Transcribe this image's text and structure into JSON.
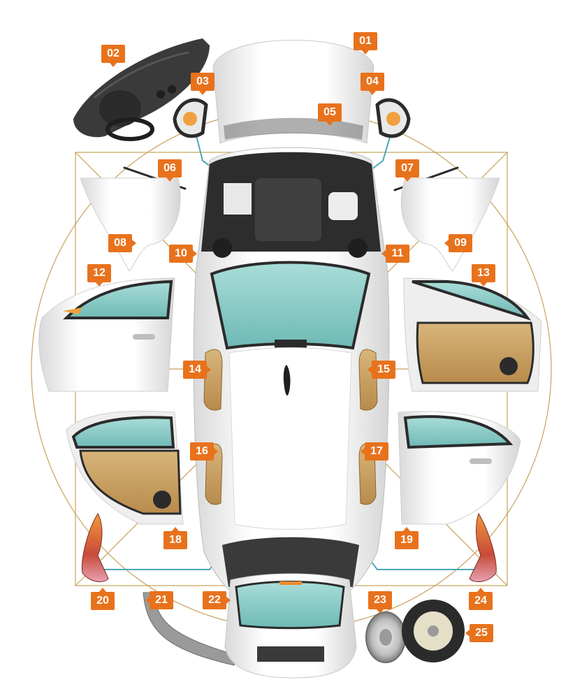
{
  "callouts": {
    "c01": "01",
    "c02": "02",
    "c03": "03",
    "c04": "04",
    "c05": "05",
    "c06": "06",
    "c07": "07",
    "c08": "08",
    "c09": "09",
    "c10": "10",
    "c11": "11",
    "c12": "12",
    "c13": "13",
    "c14": "14",
    "c15": "15",
    "c16": "16",
    "c17": "17",
    "c18": "18",
    "c19": "19",
    "c20": "20",
    "c21": "21",
    "c22": "22",
    "c23": "23",
    "c24": "24",
    "c25": "25"
  },
  "colors": {
    "accent": "#e8721c",
    "guide_lines": "#c8a25a",
    "leader_lines": "#4aa8b8",
    "glass": "#8ed0cc",
    "upholstery": "#c9a063",
    "body": "#f2f2f2",
    "trim": "#2b2b2b"
  }
}
